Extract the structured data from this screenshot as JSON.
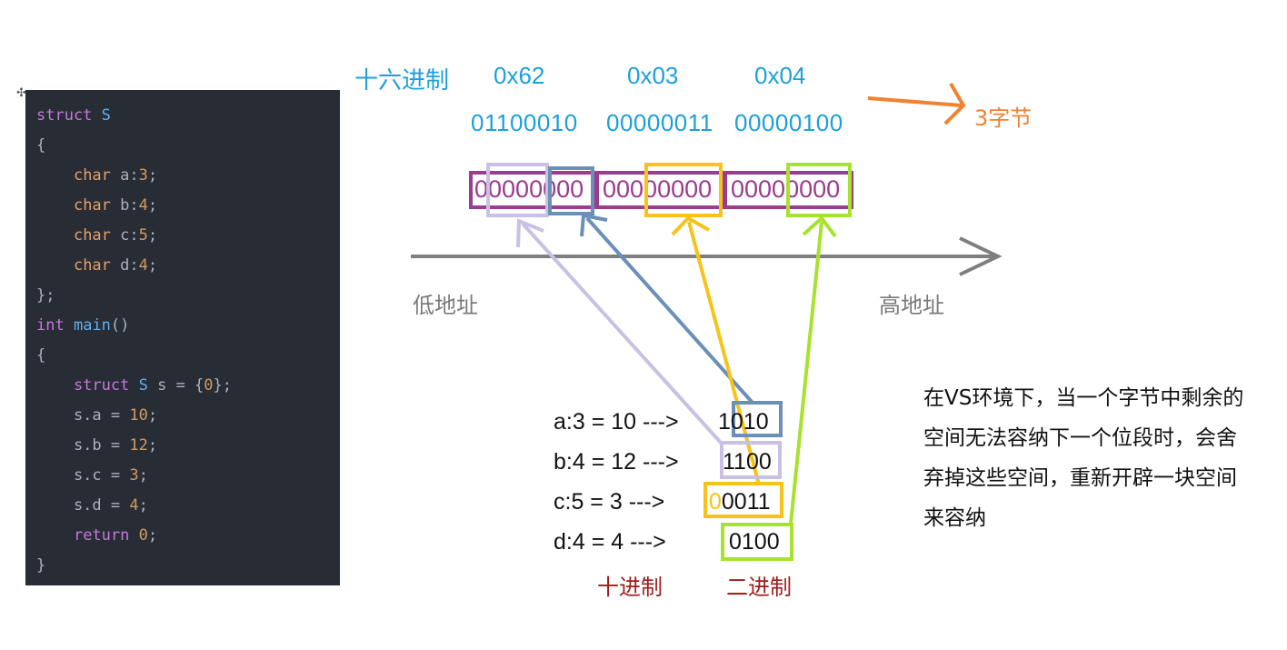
{
  "code": {
    "lines": [
      [
        [
          "kw",
          "struct"
        ],
        [
          "plain",
          " "
        ],
        [
          "cl",
          "S"
        ]
      ],
      [
        [
          "plain",
          "{"
        ]
      ],
      [
        [
          "plain",
          "    "
        ],
        [
          "ty",
          "char"
        ],
        [
          "plain",
          " a:"
        ],
        [
          "num",
          "3"
        ],
        [
          "plain",
          ";"
        ]
      ],
      [
        [
          "plain",
          "    "
        ],
        [
          "ty",
          "char"
        ],
        [
          "plain",
          " b:"
        ],
        [
          "num",
          "4"
        ],
        [
          "plain",
          ";"
        ]
      ],
      [
        [
          "plain",
          "    "
        ],
        [
          "ty",
          "char"
        ],
        [
          "plain",
          " c:"
        ],
        [
          "num",
          "5"
        ],
        [
          "plain",
          ";"
        ]
      ],
      [
        [
          "plain",
          "    "
        ],
        [
          "ty",
          "char"
        ],
        [
          "plain",
          " d:"
        ],
        [
          "num",
          "4"
        ],
        [
          "plain",
          ";"
        ]
      ],
      [
        [
          "plain",
          "};"
        ]
      ],
      [
        [
          "kw",
          "int"
        ],
        [
          "plain",
          " "
        ],
        [
          "fn",
          "main"
        ],
        [
          "plain",
          "()"
        ]
      ],
      [
        [
          "plain",
          "{"
        ]
      ],
      [
        [
          "plain",
          "    "
        ],
        [
          "kw",
          "struct"
        ],
        [
          "plain",
          " "
        ],
        [
          "cl",
          "S"
        ],
        [
          "plain",
          " s = {"
        ],
        [
          "num",
          "0"
        ],
        [
          "plain",
          "};"
        ]
      ],
      [
        [
          "plain",
          "    s.a = "
        ],
        [
          "num",
          "10"
        ],
        [
          "plain",
          ";"
        ]
      ],
      [
        [
          "plain",
          "    s.b = "
        ],
        [
          "num",
          "12"
        ],
        [
          "plain",
          ";"
        ]
      ],
      [
        [
          "plain",
          "    s.c = "
        ],
        [
          "num",
          "3"
        ],
        [
          "plain",
          ";"
        ]
      ],
      [
        [
          "plain",
          "    s.d = "
        ],
        [
          "num",
          "4"
        ],
        [
          "plain",
          ";"
        ]
      ],
      [
        [
          "plain",
          "    "
        ],
        [
          "kw",
          "return"
        ],
        [
          "plain",
          " "
        ],
        [
          "num",
          "0"
        ],
        [
          "plain",
          ";"
        ]
      ],
      [
        [
          "plain",
          "}"
        ]
      ]
    ]
  },
  "diagram": {
    "hex_title": "十六进制",
    "hex_values": [
      "0x62",
      "0x03",
      "0x04"
    ],
    "binary_values": [
      "01100010",
      "00000011",
      "00000100"
    ],
    "size_label": "3字节",
    "memory_bytes": [
      "00000000",
      "00000000",
      "00000000"
    ],
    "low_address": "低地址",
    "high_address": "高地址",
    "assignments": [
      {
        "expr": "a:3 = 10 --->",
        "bits": "1010"
      },
      {
        "expr": "b:4 = 12 --->",
        "bits": "1100"
      },
      {
        "expr": "c:5 = 3   --->",
        "bits_pad": "0",
        "bits": "0011"
      },
      {
        "expr": "d:4 = 4   --->",
        "bits": "0100"
      }
    ],
    "decimal_label": "十进制",
    "binary_label": "二进制",
    "note": "在VS环境下，当一个字节中剩余的空间无法容纳下一个位段时，会舍弃掉这些空间，重新开辟一块空间来容纳"
  },
  "colors": {
    "hex": "#1ca0dc",
    "memory": "#9b3c8e",
    "a_field": "#c9c0e3",
    "b_field": "#6a8fb8",
    "c_field": "#f7c31a",
    "d_field": "#a6e22e",
    "arrow_axis": "#7f7f7f",
    "size_arrow": "#f08230",
    "label_red": "#a01c1c"
  },
  "icons": {
    "pin": "pin-icon",
    "axis": "address-axis-arrow-icon"
  }
}
